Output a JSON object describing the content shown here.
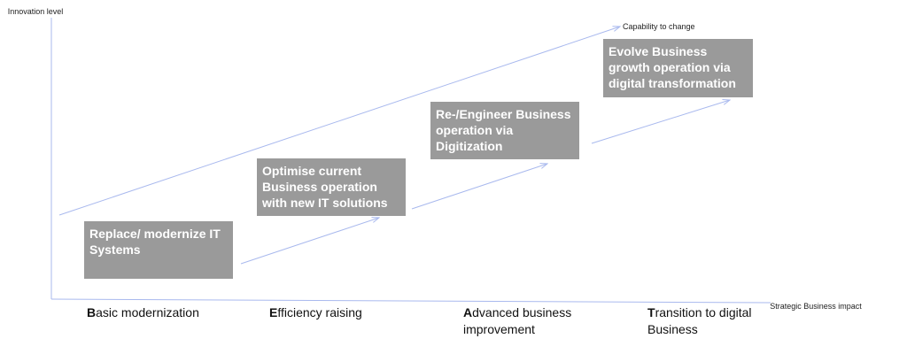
{
  "axes": {
    "y_title": "Innovation level",
    "x_title": "Strategic Business impact",
    "line_color": "#a9b9ee"
  },
  "capability_arrow": {
    "label": "Capability to change",
    "color": "#a9b9ee"
  },
  "stages": [
    {
      "text": "Replace/ modernize IT Systems"
    },
    {
      "text": "Optimise current Business operation with new IT solutions"
    },
    {
      "text": "Re-/Engineer Business operation via Digitization"
    },
    {
      "text": "Evolve Business growth operation via digital transformation"
    }
  ],
  "phases": [
    {
      "initial": "B",
      "rest": "asic modernization"
    },
    {
      "initial": "E",
      "rest": "fficiency raising"
    },
    {
      "initial": "A",
      "rest": "dvanced business improvement"
    },
    {
      "initial": "T",
      "rest": "ransition to digital Business"
    }
  ],
  "colors": {
    "box_fill": "#9a9a9a",
    "box_text": "#ffffff",
    "arrow": "#a9b9ee"
  }
}
